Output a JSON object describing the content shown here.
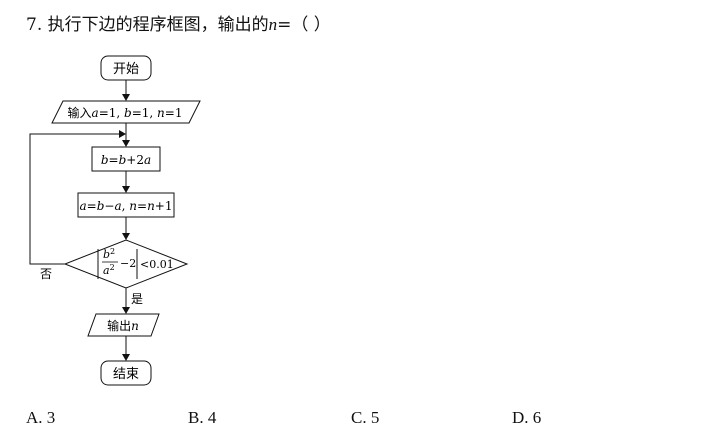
{
  "question": {
    "number": "7.",
    "text_before": "执行下边的程序框图，输出的",
    "var": "n",
    "text_after": "=（        ）"
  },
  "flowchart": {
    "start": "开始",
    "input_prefix": "输入",
    "input": {
      "a": "a",
      "a_val": "=1, ",
      "b": "b",
      "b_val": "=1, ",
      "n": "n",
      "n_val": "=1"
    },
    "step1": {
      "b": "b",
      "mid": "=",
      "b2": "b",
      "plus": "+2",
      "a": "a"
    },
    "step2": {
      "a": "a",
      "eq": "=",
      "b": "b",
      "minus": "−",
      "a2": "a",
      "comma": ", ",
      "n": "n",
      "eq2": "=",
      "n2": "n",
      "plus1": "+1"
    },
    "cond": {
      "num": "b",
      "sup_num": "2",
      "den": "a",
      "sup_den": "2",
      "minus2": "−2",
      "rhs": "<0.01"
    },
    "no_label": "否",
    "yes_label": "是",
    "output_prefix": "输出",
    "output_var": "n",
    "end": "结束"
  },
  "options": [
    {
      "label": "A. 3"
    },
    {
      "label": "B. 4"
    },
    {
      "label": "C. 5"
    },
    {
      "label": "D. 6"
    }
  ]
}
